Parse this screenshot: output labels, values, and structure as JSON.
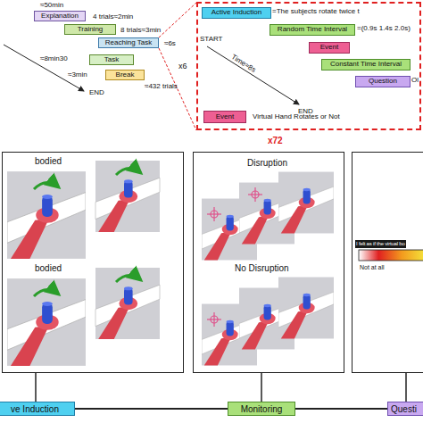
{
  "diagram": {
    "nodes": [
      {
        "text": [
          "Explanation"
        ]
      },
      {
        "text": [
          "Training"
        ]
      },
      {
        "text": [
          "Reaching Task"
        ]
      },
      {
        "text": [
          "Task"
        ]
      },
      {
        "text": [
          "Break"
        ]
      },
      {
        "text": [
          "x72"
        ]
      },
      {
        "text": [
          "Active Induction"
        ],
        "in": 5
      },
      {
        "text": [
          "Random Time Interval"
        ],
        "in": 5
      },
      {
        "text": [
          "Event"
        ],
        "in": 5
      },
      {
        "text": [
          "Constant Time Interval"
        ],
        "in": 5
      },
      {
        "text": [
          "Question"
        ],
        "in": 5
      },
      {
        "text": [
          "Event"
        ],
        "in": 5
      },
      {
        "text": [
          "bodied",
          "bodied"
        ]
      },
      {
        "text": [
          "Disruption",
          "No Disruption"
        ]
      },
      {
        "text": [
          "I felt as if the virtual bo",
          "Not at all"
        ]
      },
      {
        "text": [
          "ve Induction"
        ]
      },
      {
        "text": [
          "Monitoring"
        ]
      },
      {
        "text": [
          "Questi"
        ]
      }
    ],
    "edges": [
      {
        "from": 15,
        "to": 16,
        "arrow": "none"
      },
      {
        "from": 16,
        "to": 17,
        "arrow": "none"
      }
    ],
    "labels": [
      "≈50min",
      "4 trials≈2min",
      "8 trials≈3min",
      "≈6s",
      "≈8min30",
      "x6",
      "≈3min",
      "≈432 trials",
      "END",
      "=The subjects rotate twice t",
      "=(0.9s 1.4s 2.0s)",
      "START",
      "Time≈8s",
      "END",
      "Ol",
      "Virtual Hand Rotates or Not"
    ]
  }
}
